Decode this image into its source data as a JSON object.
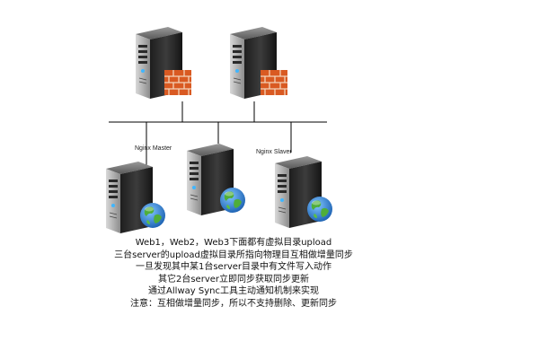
{
  "diagram": {
    "labels": {
      "master": "Nginx Master",
      "slaver": "Nginx Slaver"
    },
    "nodes": [
      {
        "role": "nginx-master",
        "badge": "firewall-brick-icon"
      },
      {
        "role": "nginx-slaver",
        "badge": "firewall-brick-icon"
      },
      {
        "role": "web1",
        "badge": "globe-icon"
      },
      {
        "role": "web2",
        "badge": "globe-icon"
      },
      {
        "role": "web3",
        "badge": "globe-icon"
      }
    ],
    "colors": {
      "server_body": "#2b2b2b",
      "server_front": "#4a4a4a",
      "brick": "#e0662a",
      "globe_land": "#4fae3a",
      "globe_sea": "#2a7fd6",
      "network_line": "#000000"
    }
  },
  "description": {
    "lines": [
      "Web1，Web2，Web3下面都有虚拟目录upload",
      "三台server的upload虚拟目录所指向物理目互相做增量同步",
      "一旦发现其中某1台server目录中有文件写入动作",
      "其它2台server立即同步获取同步更新",
      "通过Allway Sync工具主动通知机制来实现",
      "注意：互相做增量同步，所以不支持删除、更新同步"
    ]
  }
}
